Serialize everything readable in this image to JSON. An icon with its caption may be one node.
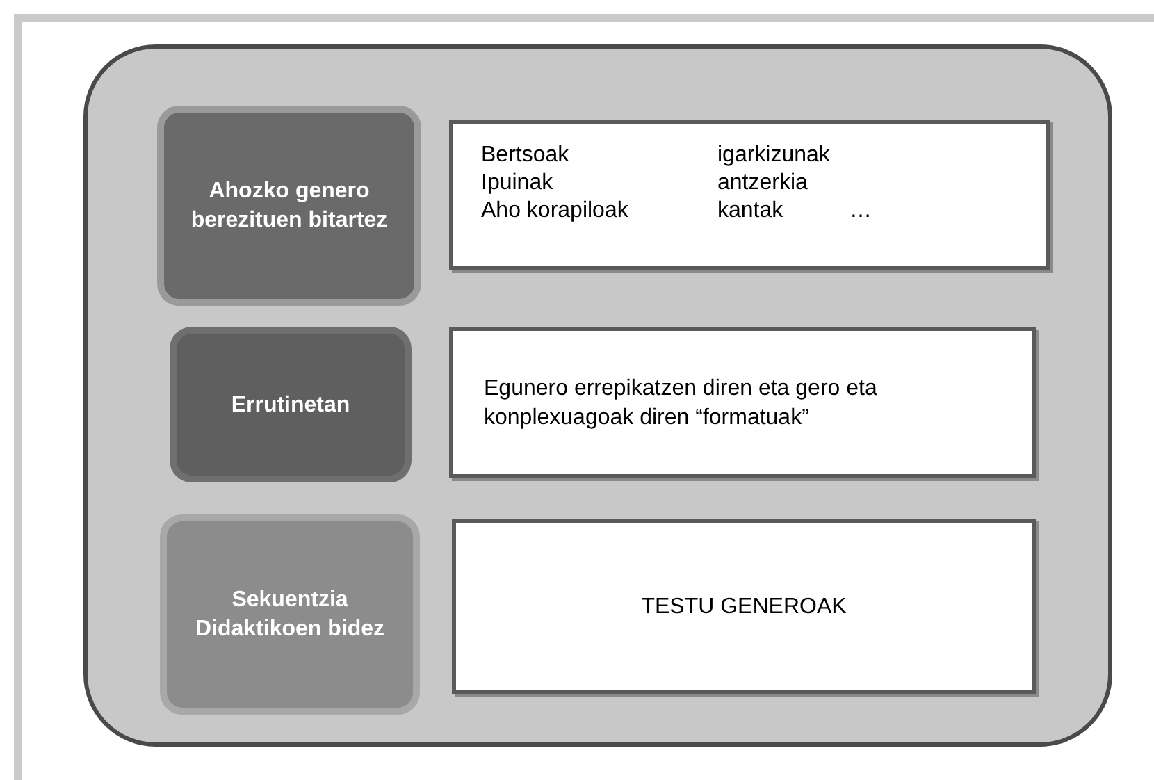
{
  "diagram": {
    "nodes": [
      {
        "text": [],
        "shape": "box"
      },
      {
        "text": [
          "Ahozko genero berezituen bitartez"
        ],
        "in": 0
      },
      {
        "text": [
          "Bertsoak",
          "igarkizunak",
          "Ipuinak",
          "antzerkia",
          "Aho korapiloak",
          "kantak",
          "…"
        ],
        "in": 0
      },
      {
        "text": [
          "Errutinetan"
        ],
        "in": 0
      },
      {
        "text": [
          "Egunero errepikatzen diren eta gero eta konplexuagoak diren “formatuak”"
        ],
        "in": 0
      },
      {
        "text": [
          "Sekuentzia Didaktikoen bidez"
        ],
        "in": 0
      },
      {
        "text": [
          "TESTU GENEROAK"
        ],
        "in": 0
      }
    ]
  }
}
